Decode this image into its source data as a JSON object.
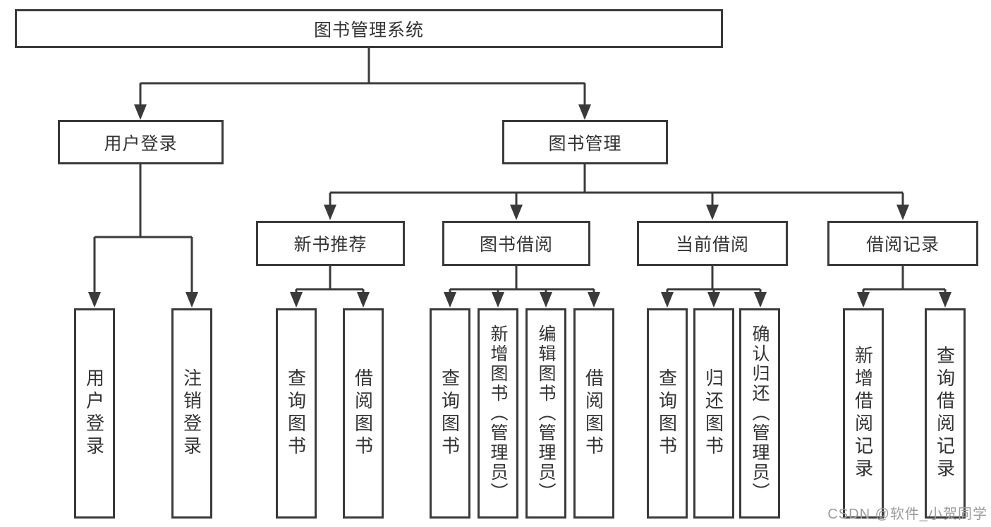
{
  "diagram": {
    "background": "#ffffff",
    "line_color": "#3a3a3a",
    "text_color": "#333333",
    "watermark_color": "#9b9b9b",
    "nodes": {
      "root": {
        "label": "图书管理系统"
      },
      "user_login": {
        "label": "用户登录"
      },
      "book_mgmt": {
        "label": "图书管理"
      },
      "new_book_rec": {
        "label": "新书推荐"
      },
      "book_borrow": {
        "label": "图书借阅"
      },
      "current_borrow": {
        "label": "当前借阅"
      },
      "borrow_records": {
        "label": "借阅记录"
      },
      "user_login_leaf": {
        "label": "用户登录"
      },
      "logout_leaf": {
        "label": "注销登录"
      },
      "rec_query_books": {
        "label": "查询图书"
      },
      "rec_borrow_books": {
        "label": "借阅图书"
      },
      "bb_query_books": {
        "label": "查询图书"
      },
      "bb_add_books": {
        "label": "新增图书（管理员）"
      },
      "bb_edit_books": {
        "label": "编辑图书（管理员）"
      },
      "bb_borrow_books": {
        "label": "借阅图书"
      },
      "cb_query_books": {
        "label": "查询图书"
      },
      "cb_return_books": {
        "label": "归还图书"
      },
      "cb_confirm_return": {
        "label": "确认归还（管理员）"
      },
      "br_add_record": {
        "label": "新增借阅记录"
      },
      "br_query_record": {
        "label": "查询借阅记录"
      }
    },
    "edges": [
      [
        "root",
        "user_login"
      ],
      [
        "root",
        "book_mgmt"
      ],
      [
        "user_login",
        "user_login_leaf"
      ],
      [
        "user_login",
        "logout_leaf"
      ],
      [
        "book_mgmt",
        "new_book_rec"
      ],
      [
        "book_mgmt",
        "book_borrow"
      ],
      [
        "book_mgmt",
        "current_borrow"
      ],
      [
        "book_mgmt",
        "borrow_records"
      ],
      [
        "new_book_rec",
        "rec_query_books"
      ],
      [
        "new_book_rec",
        "rec_borrow_books"
      ],
      [
        "book_borrow",
        "bb_query_books"
      ],
      [
        "book_borrow",
        "bb_add_books"
      ],
      [
        "book_borrow",
        "bb_edit_books"
      ],
      [
        "book_borrow",
        "bb_borrow_books"
      ],
      [
        "current_borrow",
        "cb_query_books"
      ],
      [
        "current_borrow",
        "cb_return_books"
      ],
      [
        "current_borrow",
        "cb_confirm_return"
      ],
      [
        "borrow_records",
        "br_add_record"
      ],
      [
        "borrow_records",
        "br_query_record"
      ]
    ],
    "watermark": "CSDN @软件_小贺同学"
  }
}
